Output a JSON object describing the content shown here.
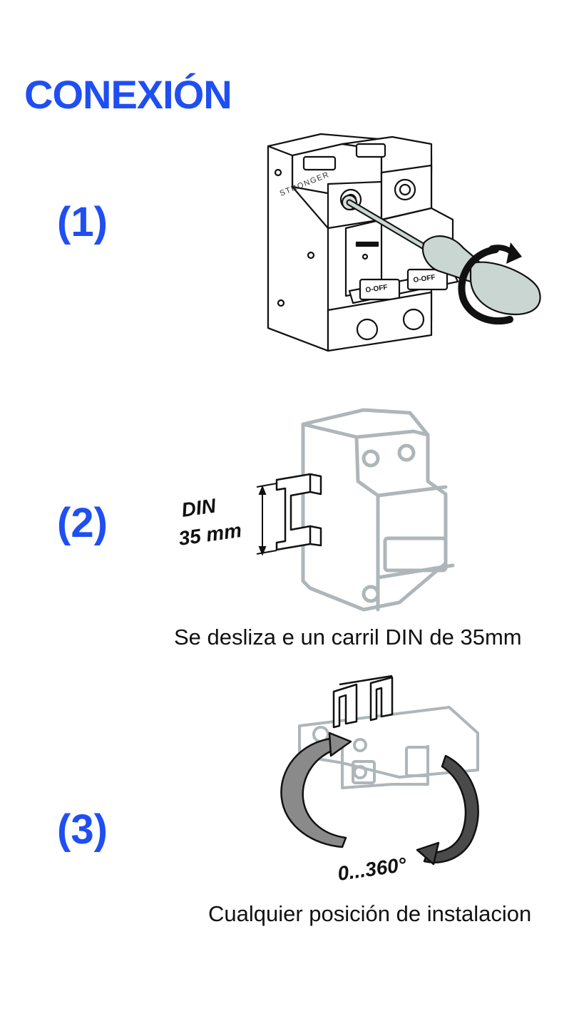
{
  "title": "CONEXIÓN",
  "steps": [
    {
      "number": "(1)",
      "device_brand": "STRONGER",
      "switch_label_left": "O-OFF",
      "switch_label_right": "O-OFF"
    },
    {
      "number": "(2)",
      "rail_label_line1": "DIN",
      "rail_label_line2": "35 mm",
      "caption": "Se desliza e un carril DIN de 35mm"
    },
    {
      "number": "(3)",
      "rotation_label": "0...360°",
      "caption": "Cualquier posición de instalacion"
    }
  ],
  "colors": {
    "accent": "#1f4ff2",
    "ghost_outline": "#aeb6ba",
    "ink": "#111111"
  },
  "icons": [
    "screwdriver-icon",
    "rotate-arrow-icon",
    "din-rail-icon",
    "rotation-arrows-icon"
  ]
}
